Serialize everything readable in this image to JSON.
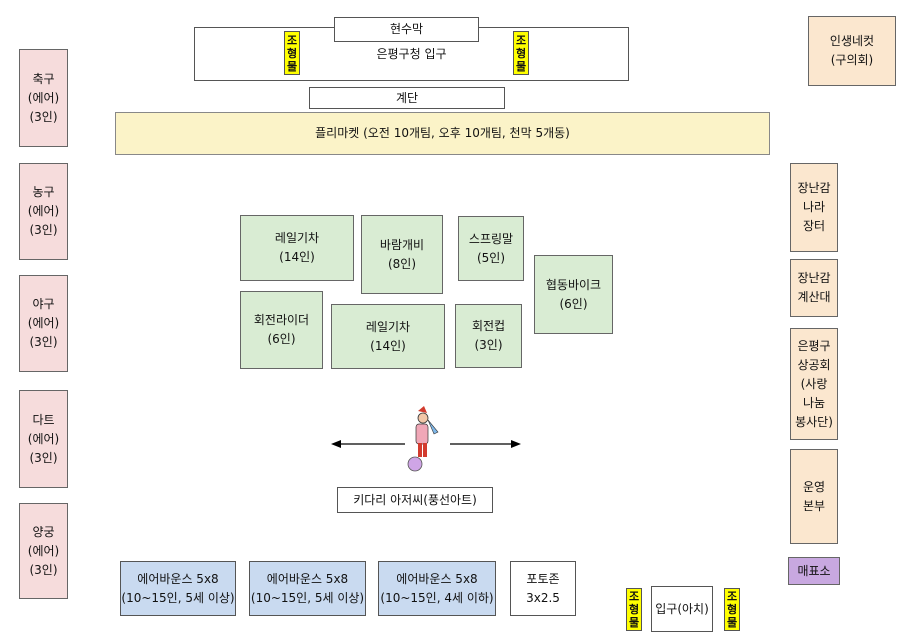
{
  "top": {
    "banner": "현수막",
    "entrance": "은평구청 입구",
    "statue_left": "조\n형\n물",
    "statue_right": "조\n형\n물",
    "stairs": "계단"
  },
  "flea_market": "플리마켓 (오전 10개팀, 오후 10개팀, 천막 5개동)",
  "left_column": [
    {
      "label": "축구\n(에어)\n(3인)"
    },
    {
      "label": "농구\n(에어)\n(3인)"
    },
    {
      "label": "야구\n(에어)\n(3인)"
    },
    {
      "label": "다트\n(에어)\n(3인)"
    },
    {
      "label": "양궁\n(에어)\n(3인)"
    }
  ],
  "right_column": [
    {
      "label": "인생네컷\n(구의회)"
    },
    {
      "label": "장난감\n나라\n장터"
    },
    {
      "label": "장난감\n계산대"
    },
    {
      "label": "은평구\n상공회\n(사랑\n나눔\n봉사단)"
    },
    {
      "label": "운영\n본부"
    },
    {
      "label": "매표소"
    }
  ],
  "rides": [
    {
      "label": "레일기차\n(14인)"
    },
    {
      "label": "바람개비\n(8인)"
    },
    {
      "label": "스프링말\n(5인)"
    },
    {
      "label": "협동바이크\n(6인)"
    },
    {
      "label": "회전라이더\n(6인)"
    },
    {
      "label": "레일기차\n(14인)"
    },
    {
      "label": "회전컵\n(3인)"
    }
  ],
  "stilt_man": "키다리 아저씨(풍선아트)",
  "bottom": [
    {
      "label": "에어바운스 5x8\n(10~15인, 5세 이상)"
    },
    {
      "label": "에어바운스 5x8\n(10~15인, 5세 이상)"
    },
    {
      "label": "에어바운스 5x8\n(10~15인, 4세 이하)"
    },
    {
      "label": "포토존\n3x2.5"
    }
  ],
  "exit": {
    "statue_left": "조\n형\n물",
    "gate": "입구(아치)",
    "statue_right": "조\n형\n물"
  }
}
